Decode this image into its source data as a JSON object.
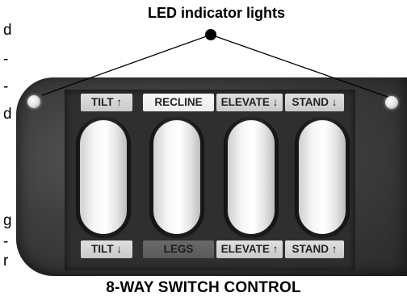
{
  "annotation": {
    "label": "LED indicator lights"
  },
  "figure": {
    "title": "8-WAY SWITCH CONTROL"
  },
  "edge_text": [
    "d",
    "-",
    "-",
    "d",
    "g",
    "-",
    "r"
  ],
  "switches": [
    {
      "top_label": "TILT ↑",
      "bottom_label": "TILT ↓"
    },
    {
      "top_label": "RECLINE",
      "bottom_label": "LEGS"
    },
    {
      "top_label": "ELEVATE ↓",
      "bottom_label": "ELEVATE ↑"
    },
    {
      "top_label": "STAND ↓",
      "bottom_label": "STAND ↑"
    }
  ],
  "colors": {
    "panel": "#3f3f3f",
    "label_bg": "#d4d4d4",
    "rocker": "#f6f6f6",
    "led": "#ffffff"
  }
}
